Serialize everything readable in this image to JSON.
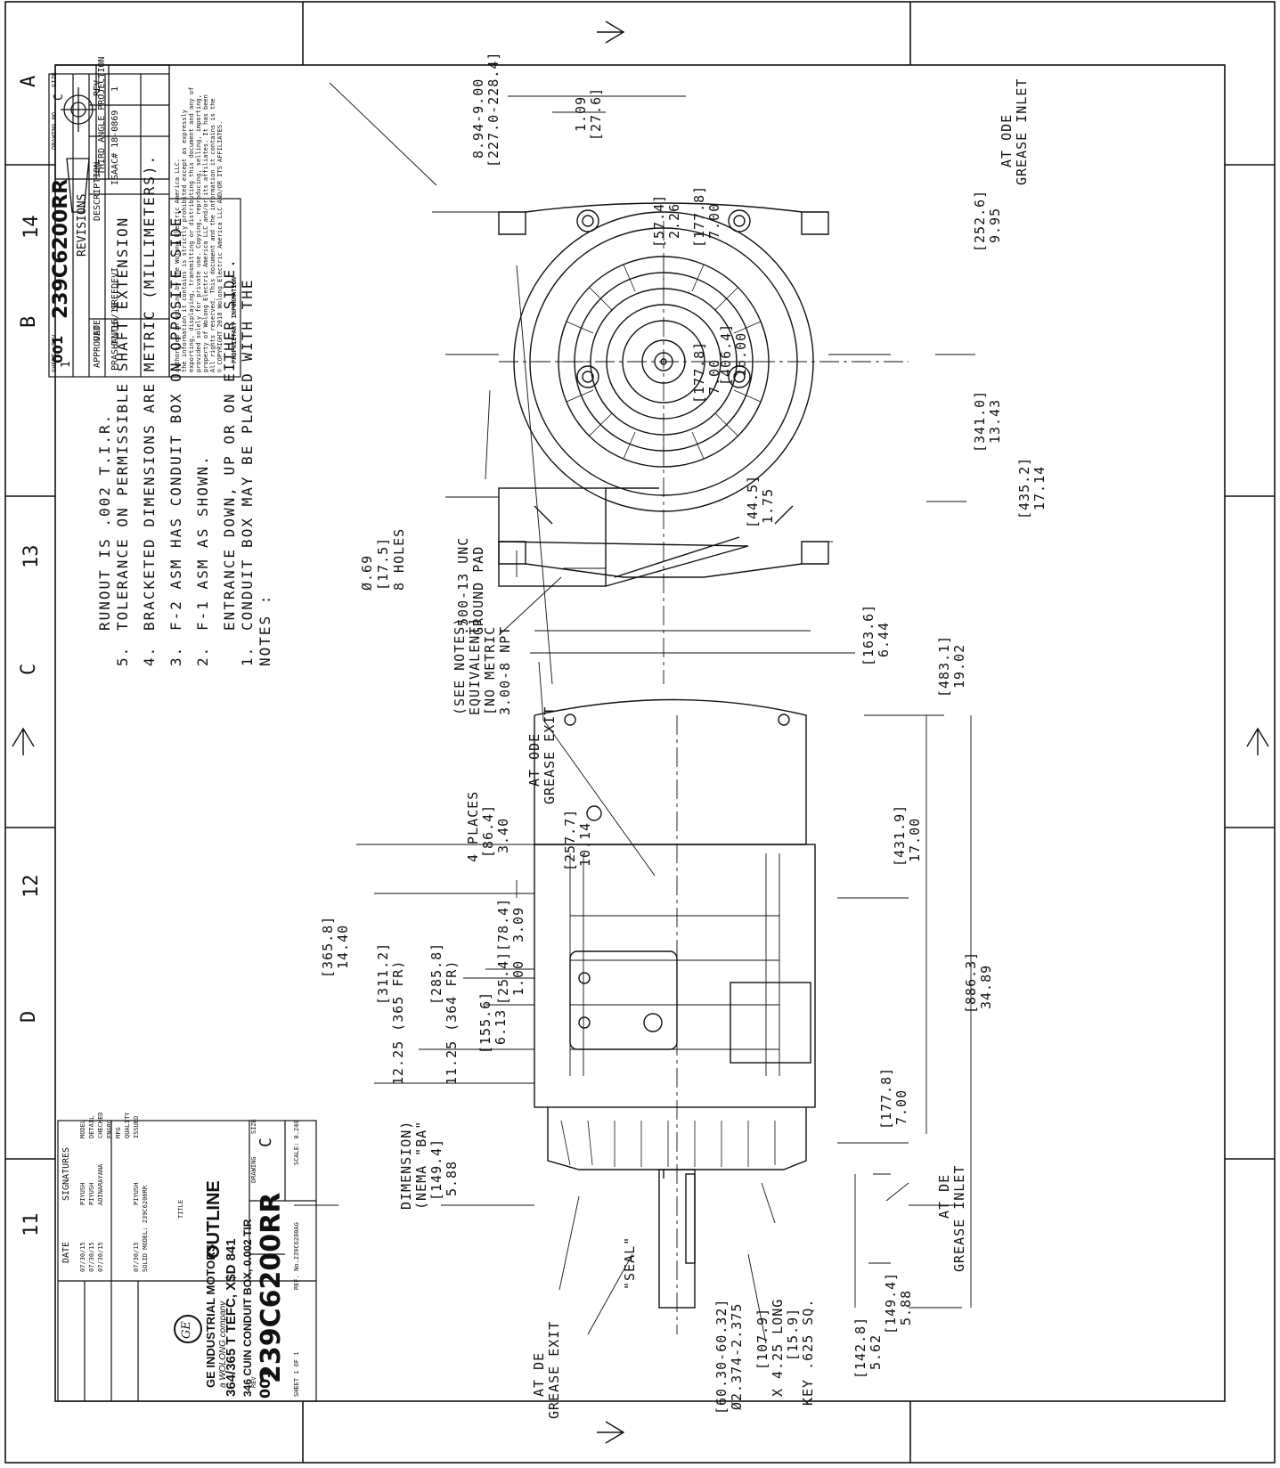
{
  "projection_label": "THIRD ANGLE PROJECTION",
  "zones": {
    "letters": [
      "A",
      "B",
      "C",
      "D"
    ],
    "numbers": [
      "14",
      "13",
      "12",
      "11"
    ]
  },
  "notes": {
    "heading": "NOTES :",
    "items": [
      {
        "num": "1.",
        "text": "CONDUIT BOX MAY BE PLACED WITH THE"
      },
      {
        "num": "",
        "text": "ENTRANCE DOWN, UP OR ON EITHER SIDE."
      },
      {
        "num": "2.",
        "text": "F-1 ASM AS SHOWN."
      },
      {
        "num": "3.",
        "text": "F-2 ASM HAS CONDUIT BOX ON OPPOSITE SIDE."
      },
      {
        "num": "4.",
        "text": "BRACKETED DIMENSIONS ARE METRIC (MILLIMETERS)."
      },
      {
        "num": "5.",
        "text": "TOLERANCE ON PERMISSIBLE SHAFT EXTENSION"
      },
      {
        "num": "",
        "text": "RUNOUT IS .002 T.I.R."
      }
    ]
  },
  "end_view_dims": {
    "d1": [
      "8.94-9.00",
      "[227.0-228.4]"
    ],
    "d2": [
      "1.09",
      "[27.6]"
    ],
    "d3": [
      "2.26",
      "[57.4]"
    ],
    "d4": [
      "7.00",
      "[177.8]"
    ],
    "d5": [
      "16.00",
      "[406.4]"
    ],
    "d6": [
      "7.00",
      "[177.8]"
    ],
    "d7": [
      "9.95",
      "[252.6]"
    ],
    "d8": [
      "13.43",
      "[341.0]"
    ],
    "d9": [
      "17.14",
      "[435.2]"
    ],
    "d10": [
      "1.75",
      "[44.5]"
    ],
    "d11": [
      "6.44",
      "[163.6]"
    ],
    "d12": [
      "19.02",
      "[483.1]"
    ],
    "holes": [
      "Ø.69",
      "[17.5]",
      "8 HOLES"
    ],
    "ground_pad": [
      "GROUND PAD",
      ".500-13 UNC"
    ],
    "npt": [
      "3.00-8 NPT",
      "[NO METRIC",
      "EQUIVALENT]",
      "(SEE NOTES)"
    ],
    "grease_inlet_ode": [
      "GREASE INLET",
      "AT ODE"
    ]
  },
  "side_view_dims": {
    "grease_exit_ode": [
      "GREASE EXIT",
      "AT ODE"
    ],
    "d1": [
      "3.40",
      "[86.4]",
      "4 PLACES"
    ],
    "d2": [
      "10.14",
      "[257.7]"
    ],
    "d3": [
      "17.00",
      "[431.9]"
    ],
    "d4": [
      "34.89",
      "[886.3]"
    ],
    "d5": [
      "3.09",
      "[78.4]"
    ],
    "d6": [
      "1.00",
      "[25.4]"
    ],
    "d7": [
      "6.13",
      "[155.6]"
    ],
    "d8": [
      "11.25 (364 FR)",
      "[285.8]"
    ],
    "d9": [
      "12.25 (365 FR)",
      "[311.2]"
    ],
    "d10": [
      "14.40",
      "[365.8]"
    ],
    "d11": [
      "5.88",
      "[149.4]",
      "(NEMA \"BA\"",
      "DIMENSION)"
    ],
    "d12": [
      "7.00",
      "[177.8]"
    ],
    "grease_inlet_de": [
      "GREASE INLET",
      "AT DE"
    ],
    "d13": [
      "5.88",
      "[149.4]"
    ],
    "d14": [
      "5.62",
      "[142.8]"
    ],
    "key": [
      "KEY .625 SQ.",
      "[15.9]",
      "X 4.25 LONG",
      "[107.9]"
    ],
    "shaft": [
      "Ø2.374-2.375",
      "[60.30-60.32]"
    ],
    "seal": [
      "\"SEAL\""
    ],
    "grease_exit_de": [
      "GREASE EXIT",
      "AT DE"
    ]
  },
  "proprietary": {
    "heading": "PROPRIETARY INFORMATION",
    "lines": [
      "© COPYRIGHT 2018 Wolong Electric America LLC AND/OR ITS AFFILIATES.",
      "All rights reserved. This document and the information it contains is the",
      "property of Wolong Electric America LLC and/or its affiliates. It has been",
      "provided solely for private use. Copying, reproducing, selling, importing,",
      "exporting, displaying, transmitting or distributing this document and any of",
      "the information it contains is strictly prohibited except as expressly",
      "authorized in writing by the Wolong Electric America LLC."
    ]
  },
  "revisions": {
    "title": "REVISIONS",
    "headers": [
      "REV.",
      "DESCRIPTION",
      "DATE",
      "APPROVED"
    ],
    "rows": [
      [
        "1",
        "ISAAC# 18-0869",
        "SREEDEVI",
        "11/16/18",
        "PRASHANTH"
      ]
    ]
  },
  "rev_header": {
    "size_label": "SIZE",
    "size": "C",
    "drawing_label": "DRAWING NO.",
    "drawing_no": "239C6200RR",
    "rev_label": "REV",
    "rev": "001",
    "sheet_label": "SHEET",
    "sheet": "1"
  },
  "title_block": {
    "signatures_label": "SIGNATURES",
    "date_label": "DATE",
    "rows": [
      {
        "role": "MODEL",
        "name": "PIYUSH",
        "date": "07/30/15"
      },
      {
        "role": "DETAIL",
        "name": "PIYUSH",
        "date": "07/30/15"
      },
      {
        "role": "CHECKED",
        "name": "ADINARAYANA",
        "date": "07/30/15"
      },
      {
        "role": "ENGRG",
        "name": "",
        "date": ""
      },
      {
        "role": "MFG",
        "name": "",
        "date": ""
      },
      {
        "role": "QUALITY",
        "name": "",
        "date": ""
      },
      {
        "role": "ISSUED",
        "name": "PIYUSH",
        "date": "07/30/15"
      }
    ],
    "solid_model": "SOLID MODEL: 239C6200RR",
    "company": "GE INDUSTRIAL MOTORS",
    "company_sub": "a WOLONG company",
    "logo_text": "GE",
    "title_label": "TITLE",
    "title_lines": [
      "OUTLINE",
      "364/365 T TEFC, X$D 841",
      "346 CUIN CONDUIT BOX, 0.002 TIR"
    ],
    "size_label": "SIZE",
    "size": "C",
    "drawing_label": "DRAWING",
    "drawing_no": "239C6200RR",
    "rev_label": "REV",
    "rev": "001",
    "scale": "SCALE: 0.240",
    "ref": "REF. No.239C6200AG",
    "sheet": "SHEET 1 OF 1"
  }
}
